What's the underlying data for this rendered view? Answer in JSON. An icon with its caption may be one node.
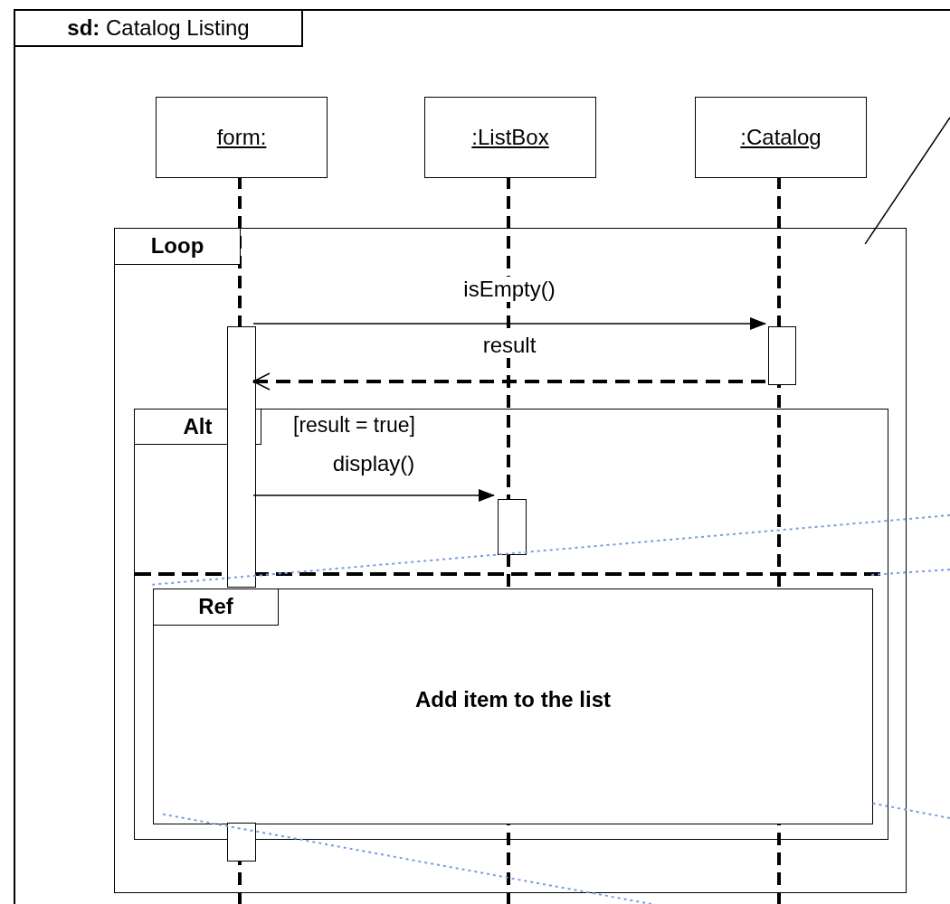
{
  "diagram": {
    "nodes": [
      {
        "text": [
          "**sd:** Catalog Listing"
        ]
      },
      {
        "text": [
          "form:"
        ],
        "in": 0
      },
      {
        "text": [
          ":ListBox"
        ],
        "in": 0
      },
      {
        "text": [
          ":Catalog"
        ],
        "in": 0
      },
      {
        "text": [
          "Loop"
        ],
        "in": 0
      },
      {
        "text": [
          "Alt",
          "[result = true]"
        ],
        "in": 4
      },
      {
        "text": [
          "Ref",
          "Add item to the list"
        ],
        "in": 5
      },
      {
        "text": [],
        "shape": "bar",
        "in": 4
      },
      {
        "text": [],
        "shape": "bar",
        "in": 4
      },
      {
        "text": [],
        "shape": "bar",
        "in": 5
      },
      {
        "text": [],
        "shape": "bar",
        "in": 4
      }
    ],
    "edges": [
      {
        "from": 7,
        "to": 8,
        "arrow": "to",
        "label": "isEmpty()"
      },
      {
        "from": 8,
        "to": 7,
        "arrow": "to",
        "label": "result",
        "style": "dashed"
      },
      {
        "from": 7,
        "to": 9,
        "arrow": "to",
        "label": "display()"
      },
      {
        "from": null,
        "to": 4,
        "arrow": "none"
      },
      {
        "from": null,
        "to": 6,
        "arrow": "none",
        "style": "dashed",
        "color": "#7b9be0"
      },
      {
        "from": null,
        "to": 6,
        "arrow": "none",
        "style": "dashed",
        "color": "#7b9be0"
      },
      {
        "from": null,
        "to": 6,
        "arrow": "none",
        "style": "dashed",
        "color": "#7b9be0"
      },
      {
        "from": null,
        "to": 6,
        "arrow": "none",
        "style": "dashed",
        "color": "#7b9be0"
      }
    ]
  }
}
